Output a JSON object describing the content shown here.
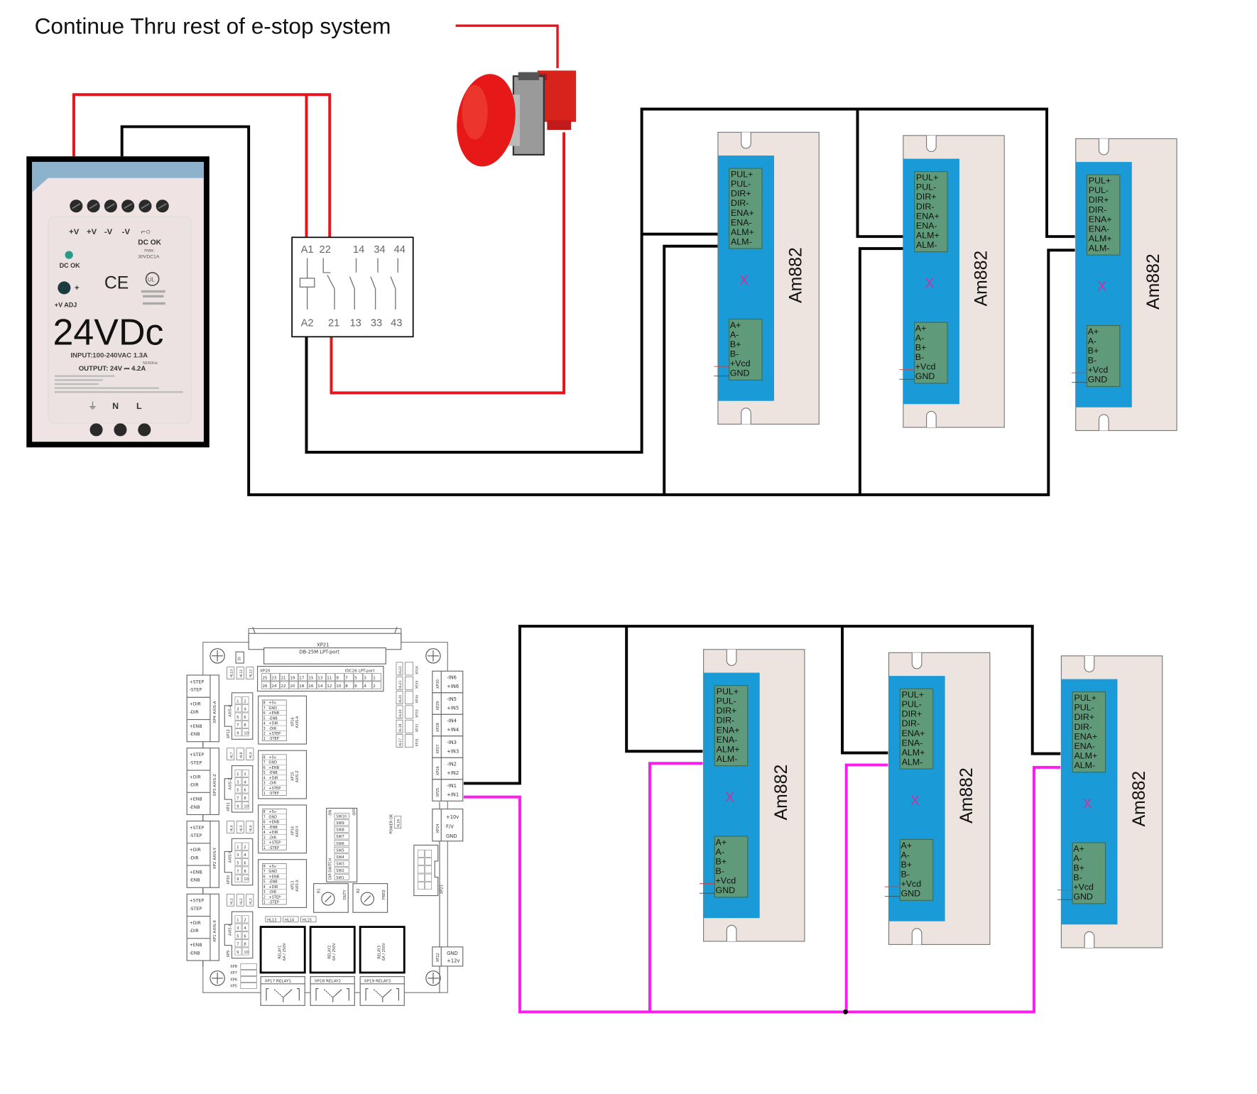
{
  "title": "Continue Thru rest of e-stop system",
  "colors": {
    "wire_red": "#e8131b",
    "wire_black": "#000000",
    "wire_magenta": "#ff1cf0",
    "driver_body": "#ede4df",
    "driver_panel": "#1a9ad6",
    "driver_terminal": "#5f9a7a",
    "driver_x_mark": "#d0309a"
  },
  "power_supply": {
    "label": "24VDc",
    "terminals_top": [
      "+V",
      "+V",
      "-V",
      "-V"
    ],
    "dc_ok_relay": "DC OK",
    "dc_ok_rating_1": "max.",
    "dc_ok_rating_2": "30VDC1A",
    "dc_ok_led": "DC OK",
    "ce_mark": "CE",
    "ul_mark": "UL",
    "adj_label": "+V ADJ",
    "input": "INPUT:100-240VAC  1.3A",
    "input_freq": "50/60Hz",
    "output": "OUTPUT:  24V ⎓  4.2A",
    "terminals_bottom": [
      "⏚",
      "N",
      "L"
    ]
  },
  "relay": {
    "top_labels": [
      "A1",
      "22",
      "14",
      "34",
      "44"
    ],
    "bottom_labels": [
      "A2",
      "21",
      "13",
      "33",
      "43"
    ]
  },
  "estop": {
    "name": "Emergency stop button"
  },
  "driver_model": "Am882",
  "driver_signal_pins": [
    "PUL+",
    "PUL-",
    "DIR+",
    "DIR-",
    "ENA+",
    "ENA-",
    "ALM+",
    "ALM-"
  ],
  "driver_power_pins": [
    "A+",
    "A-",
    "B+",
    "B-",
    "+Vcd",
    "GND"
  ],
  "driver_x_mark": "X",
  "board": {
    "lpt_title": "XP21",
    "lpt_sub": "DB-25M  LPT-port",
    "idc_title": "XP20",
    "idc_sub": "IDC26  LPT-port",
    "idc_top": [
      "25",
      "23",
      "21",
      "19",
      "17",
      "15",
      "13",
      "11",
      "9",
      "7",
      "5",
      "3",
      "1"
    ],
    "idc_bottom": [
      "26",
      "24",
      "22",
      "20",
      "18",
      "16",
      "14",
      "12",
      "10",
      "8",
      "6",
      "4",
      "2"
    ],
    "j1": "J1",
    "axis_left": [
      {
        "xp": "XP4",
        "axis": "AXIS-A",
        "pins": [
          "+STEP",
          "-STEP",
          "+DIR",
          "-DIR",
          "+ENB",
          "-ENB"
        ]
      },
      {
        "xp": "XP3",
        "axis": "AXIS-Z",
        "pins": [
          "+STEP",
          "-STEP",
          "+DIR",
          "-DIR",
          "+ENB",
          "-ENB"
        ]
      },
      {
        "xp": "XP2",
        "axis": "AXIS-Y",
        "pins": [
          "+STEP",
          "-STEP",
          "+DIR",
          "-DIR",
          "+ENB",
          "-ENB"
        ]
      },
      {
        "xp": "XP1",
        "axis": "AXIS-X",
        "pins": [
          "+STEP",
          "-STEP",
          "+DIR",
          "-DIR",
          "+ENB",
          "-ENB"
        ]
      }
    ],
    "idc10": [
      {
        "xp": "XP12",
        "axis": "AXIS-A",
        "hl": [
          "HL13",
          "HL11",
          "HL12"
        ]
      },
      {
        "xp": "XP11",
        "axis": "AXIS-Z",
        "hl": [
          "HL7",
          "HL8",
          "HL9"
        ]
      },
      {
        "xp": "XP10",
        "axis": "AXIS-Y",
        "hl": [
          "HL4",
          "HL5",
          "HL6"
        ]
      },
      {
        "xp": "XP9",
        "axis": "AXIS-X",
        "hl": [
          "HL1",
          "HL2",
          "HL3"
        ]
      }
    ],
    "idc10_pins": [
      "1",
      "2",
      "3",
      "4",
      "5",
      "6",
      "7",
      "8",
      "9",
      "10"
    ],
    "idc8": [
      {
        "xp": "XP16",
        "axis": "AXIS-A"
      },
      {
        "xp": "XP15",
        "axis": "AXIS-Z"
      },
      {
        "xp": "XP14",
        "axis": "AXIS-Y"
      },
      {
        "xp": "XP13",
        "axis": "AXIS-X"
      }
    ],
    "idc8_pins": [
      "+5v",
      "GND",
      "+ENB",
      "-ENB",
      "+DIR",
      "-DIR",
      "+STEP",
      "-STEP"
    ],
    "inputs": [
      {
        "xp": "XP30",
        "pins": [
          "-IN6",
          "+IN6"
        ]
      },
      {
        "xp": "XP29",
        "pins": [
          "-IN5",
          "+IN5"
        ]
      },
      {
        "xp": "XP28",
        "pins": [
          "-IN4",
          "+IN4"
        ]
      },
      {
        "xp": "XP27",
        "pins": [
          "-IN3",
          "+IN3"
        ]
      },
      {
        "xp": "XP26",
        "pins": [
          "-IN2",
          "+IN2"
        ]
      },
      {
        "xp": "XP25",
        "pins": [
          "-IN1",
          "+IN1"
        ]
      }
    ],
    "small_hdr": [
      "XP24",
      "XP35",
      "XP34",
      "XP33",
      "XP32",
      "XP31"
    ],
    "small_hl": [
      "HL22",
      "HL21",
      "HL20",
      "HL19",
      "HL18",
      "HL17"
    ],
    "analog": {
      "xp": "XP24",
      "pins": [
        "+10v",
        "F/V",
        "GND"
      ]
    },
    "power_ok": "POWER OK",
    "hl16": "HL16",
    "dip_title": "DIP-SWITCH",
    "dip_on": "ON",
    "dip_off": "OFF",
    "dip": [
      "SW10",
      "SW9",
      "SW8",
      "SW7",
      "SW6",
      "SW5",
      "SW4",
      "SW3",
      "SW2",
      "SW1"
    ],
    "pots": [
      {
        "name": "R1",
        "label": "DUTY"
      },
      {
        "name": "R2",
        "label": "FREQ"
      }
    ],
    "xp23": "XP23",
    "hl_row": [
      "HL13",
      "HL14",
      "HL15"
    ],
    "relays": [
      {
        "name": "RELAY1",
        "rating": "6A / 250V",
        "xp": "XP17",
        "term": "RELAY1"
      },
      {
        "name": "RELAY2",
        "rating": "6A / 250V",
        "xp": "XP18",
        "term": "RELAY2"
      },
      {
        "name": "RELAY3",
        "rating": "6A / 250V",
        "xp": "XP19",
        "term": "RELAY3"
      }
    ],
    "small_pins": [
      "XP8",
      "XP7",
      "XP6",
      "XP5"
    ],
    "psu": {
      "xp": "XP22",
      "pins": [
        "GND",
        "+12v"
      ]
    }
  }
}
